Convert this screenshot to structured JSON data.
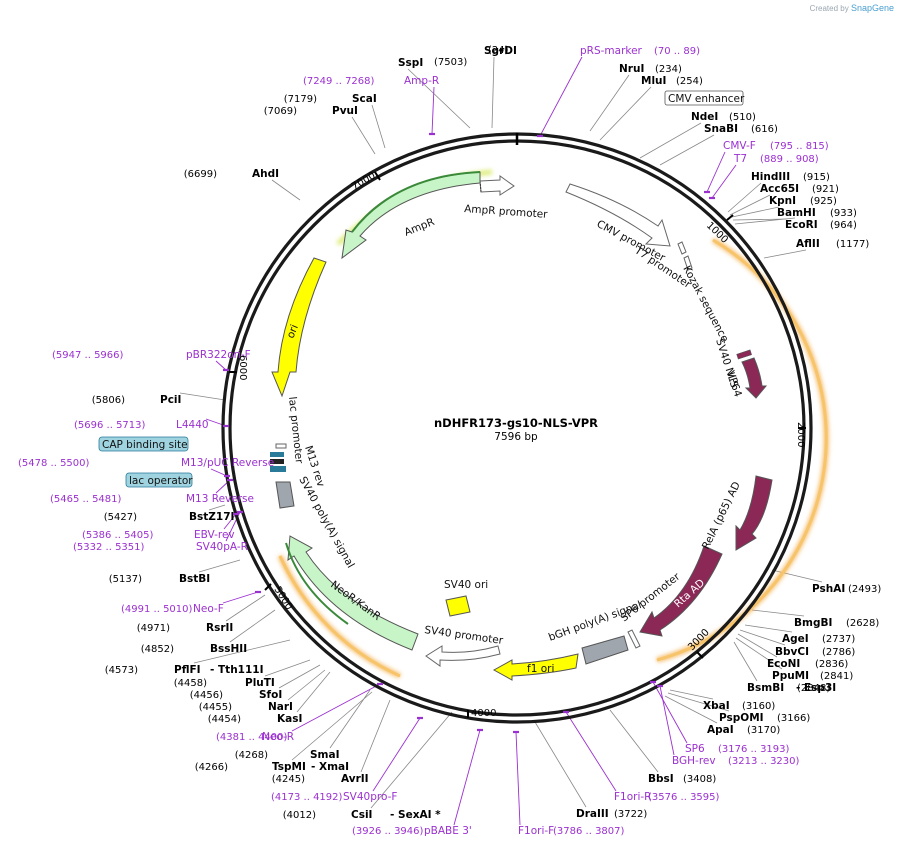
{
  "credit": {
    "prefix": "Created by",
    "brand": "SnapGene"
  },
  "plasmid": {
    "name": "nDHFR173-gs10-NLS-VPR",
    "length_label": "7596 bp",
    "total_bp": 7596
  },
  "ticks": [
    {
      "label": "1000",
      "bp": 1000
    },
    {
      "label": "2000",
      "bp": 2000
    },
    {
      "label": "3000",
      "bp": 3000
    },
    {
      "label": "4000",
      "bp": 4000
    },
    {
      "label": "5000",
      "bp": 5000
    },
    {
      "label": "6000",
      "bp": 6000
    },
    {
      "label": "7000",
      "bp": 7000
    }
  ],
  "features": [
    {
      "name": "CMV promoter",
      "start": 235,
      "end": 614,
      "dir": 1,
      "color": "#ffffff"
    },
    {
      "name": "T7 promoter",
      "start": 889,
      "end": 908,
      "dir": 1,
      "color": "#ffffff"
    },
    {
      "name": "Kozak sequence",
      "start": 930,
      "end": 940,
      "dir": 0,
      "color": "#ffffff"
    },
    {
      "name": "SV40 NLS",
      "start": 1540,
      "end": 1560,
      "dir": 0,
      "color": "#8b2856"
    },
    {
      "name": "VP64",
      "start": 1560,
      "end": 1700,
      "dir": 1,
      "color": "#8b2856"
    },
    {
      "name": "RelA (p65) AD",
      "start": 2300,
      "end": 2560,
      "dir": 1,
      "color": "#8b2856"
    },
    {
      "name": "Rta AD",
      "start": 2600,
      "end": 3160,
      "dir": 1,
      "color": "#8b2856"
    },
    {
      "name": "SP6 promoter",
      "start": 3176,
      "end": 3193,
      "dir": -1,
      "color": "#ffffff"
    },
    {
      "name": "bGH poly(A) signal",
      "start": 3200,
      "end": 3430,
      "dir": 0,
      "color": "#a0a6ad"
    },
    {
      "name": "f1 ori",
      "start": 3476,
      "end": 3904,
      "dir": -1,
      "color": "#ffff00"
    },
    {
      "name": "SV40 promoter",
      "start": 3960,
      "end": 4290,
      "dir": -1,
      "color": "#ffffff"
    },
    {
      "name": "SV40 ori",
      "start": 4140,
      "end": 4270,
      "dir": 0,
      "color": "#ffff00"
    },
    {
      "name": "NeoR/KanR",
      "start": 4370,
      "end": 5160,
      "dir": -1,
      "color": "#c8f5c8"
    },
    {
      "name": "SV40 poly(A) signal",
      "start": 5200,
      "end": 5320,
      "dir": 0,
      "color": "#a0a6ad"
    },
    {
      "name": "lac promoter",
      "start": 5432,
      "end": 5462,
      "dir": 0,
      "color": "#ffffff"
    },
    {
      "name": "M13 rev",
      "start": 5465,
      "end": 5481,
      "dir": 0,
      "color": "#333333"
    },
    {
      "name": "lac operator",
      "start": 5486,
      "end": 5502,
      "dir": 0,
      "color": "#2a7a9a"
    },
    {
      "name": "CAP binding site",
      "start": 5520,
      "end": 5540,
      "dir": 0,
      "color": "#2a7a9a"
    },
    {
      "name": "ori",
      "start": 5760,
      "end": 6350,
      "dir": -1,
      "color": "#ffff00"
    },
    {
      "name": "AmpR",
      "start": 6520,
      "end": 7380,
      "dir": -1,
      "color": "#c8f5c8"
    },
    {
      "name": "AmpR promoter",
      "start": 7380,
      "end": 7500,
      "dir": -1,
      "color": "#ffffff"
    }
  ],
  "enzymes": [
    {
      "name": "SgrDI",
      "pos": "(24)"
    },
    {
      "name": "SspI",
      "pos": "(7503)"
    },
    {
      "name": "NruI",
      "pos": "(234)"
    },
    {
      "name": "MluI",
      "pos": "(254)"
    },
    {
      "name": "NdeI",
      "pos": "(510)"
    },
    {
      "name": "SnaBI",
      "pos": "(616)"
    },
    {
      "name": "ScaI",
      "pos": "(7179)"
    },
    {
      "name": "PvuI",
      "pos": "(7069)"
    },
    {
      "name": "AhdI",
      "pos": "(6699)"
    },
    {
      "name": "HindIII",
      "pos": "(915)"
    },
    {
      "name": "Acc65I",
      "pos": "(921)"
    },
    {
      "name": "KpnI",
      "pos": "(925)"
    },
    {
      "name": "BamHI",
      "pos": "(933)"
    },
    {
      "name": "EcoRI",
      "pos": "(964)"
    },
    {
      "name": "AflII",
      "pos": "(1177)"
    },
    {
      "name": "PciI",
      "pos": "(5806)"
    },
    {
      "name": "BstZ17I",
      "pos": "(5427)"
    },
    {
      "name": "BstBI",
      "pos": "(5137)"
    },
    {
      "name": "RsrII",
      "pos": "(4971)"
    },
    {
      "name": "BssHII",
      "pos": "(4852)"
    },
    {
      "name": "PflFI",
      "pos": "(4573)"
    },
    {
      "name": "Tth111I",
      "pos": ""
    },
    {
      "name": "PluTI",
      "pos": "(4458)"
    },
    {
      "name": "SfoI",
      "pos": "(4456)"
    },
    {
      "name": "NarI",
      "pos": "(4455)"
    },
    {
      "name": "KasI",
      "pos": "(4454)"
    },
    {
      "name": "SmaI",
      "pos": "(4268)"
    },
    {
      "name": "TspMI",
      "pos": "(4266)"
    },
    {
      "name": "XmaI",
      "pos": ""
    },
    {
      "name": "AvrII",
      "pos": "(4245)"
    },
    {
      "name": "CsiI",
      "pos": "(4012)"
    },
    {
      "name": "SexAI *",
      "pos": ""
    },
    {
      "name": "PshAI",
      "pos": "(2493)"
    },
    {
      "name": "BmgBI",
      "pos": "(2628)"
    },
    {
      "name": "AgeI",
      "pos": "(2737)"
    },
    {
      "name": "BbvCI",
      "pos": "(2786)"
    },
    {
      "name": "EcoNI",
      "pos": "(2836)"
    },
    {
      "name": "PpuMI",
      "pos": "(2841)"
    },
    {
      "name": "BsmBI",
      "pos": "(2848)"
    },
    {
      "name": "Esp3I",
      "pos": ""
    },
    {
      "name": "XbaI",
      "pos": "(3160)"
    },
    {
      "name": "PspOMI",
      "pos": "(3166)"
    },
    {
      "name": "ApaI",
      "pos": "(3170)"
    },
    {
      "name": "BbsI",
      "pos": "(3408)"
    },
    {
      "name": "DraIII",
      "pos": "(3722)"
    }
  ],
  "primers": [
    {
      "name": "pRS-marker",
      "range": "(70 .. 89)"
    },
    {
      "name": "Amp-R",
      "range": "(7249 .. 7268)"
    },
    {
      "name": "CMV-F",
      "range": "(795 .. 815)"
    },
    {
      "name": "T7",
      "range": "(889 .. 908)"
    },
    {
      "name": "pBR322ori-F",
      "range": "(5947 .. 5966)"
    },
    {
      "name": "L4440",
      "range": "(5696 .. 5713)"
    },
    {
      "name": "M13/pUC Reverse",
      "range": "(5478 .. 5500)"
    },
    {
      "name": "M13 Reverse",
      "range": "(5465 .. 5481)"
    },
    {
      "name": "EBV-rev",
      "range": "(5386 .. 5405)"
    },
    {
      "name": "SV40pA-R",
      "range": "(5332 .. 5351)"
    },
    {
      "name": "Neo-F",
      "range": "(4991 .. 5010)"
    },
    {
      "name": "Neo-R",
      "range": "(4381 .. 4400)"
    },
    {
      "name": "SV40pro-F",
      "range": "(4173 .. 4192)"
    },
    {
      "name": "pBABE 3'",
      "range": "(3926 .. 3946)"
    },
    {
      "name": "F1ori-F",
      "range": "(3786 .. 3807)"
    },
    {
      "name": "F1ori-R",
      "range": "(3576 .. 3595)"
    },
    {
      "name": "SP6",
      "range": "(3176 .. 3193)"
    },
    {
      "name": "BGH-rev",
      "range": "(3213 .. 3230)"
    }
  ],
  "boxed_labels": [
    {
      "name": "CMV enhancer"
    },
    {
      "name": "CAP binding site"
    },
    {
      "name": "lac operator"
    }
  ],
  "colors": {
    "backbone": "#1a1a1a",
    "primer": "#9b30d0",
    "orf_glow": "#f2a535"
  }
}
